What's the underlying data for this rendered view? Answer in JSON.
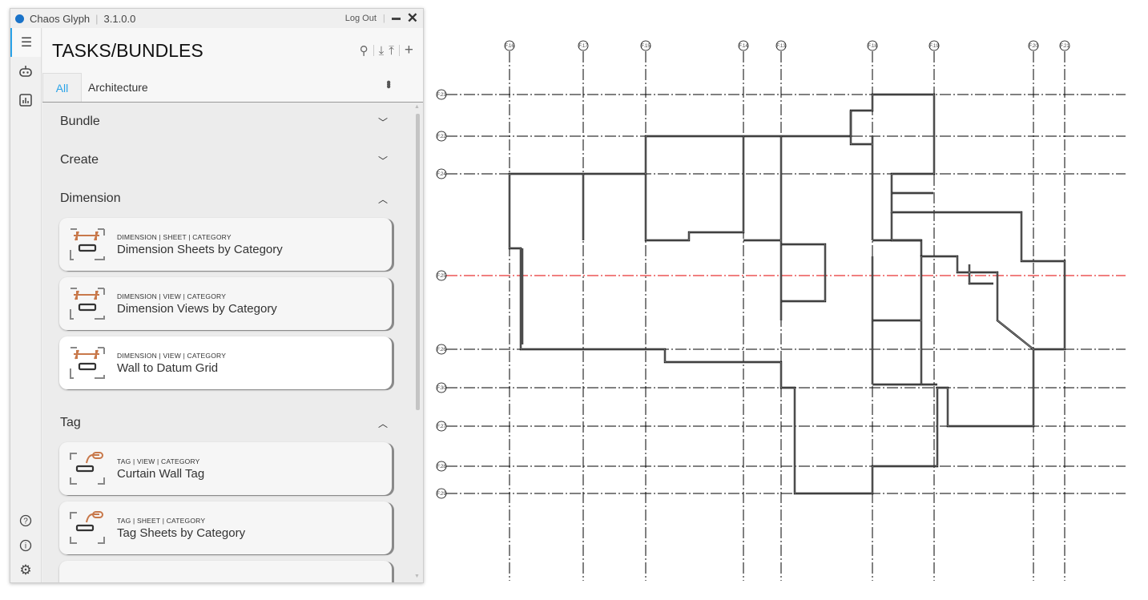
{
  "window": {
    "app_name": "Chaos Glyph",
    "version": "3.1.0.0",
    "logout_label": "Log Out"
  },
  "rail": {
    "top": [
      "list-icon",
      "robot-icon",
      "chart-icon"
    ],
    "bottom": [
      "help-icon",
      "info-icon",
      "gear-icon"
    ]
  },
  "header": {
    "title": "TASKS/BUNDLES"
  },
  "tabs": [
    {
      "label": "All",
      "active": true
    },
    {
      "label": "Architecture",
      "active": false
    }
  ],
  "sections": [
    {
      "label": "Bundle",
      "expanded": false,
      "items": []
    },
    {
      "label": "Create",
      "expanded": false,
      "items": []
    },
    {
      "label": "Dimension",
      "expanded": true,
      "items": [
        {
          "meta": "DIMENSION | SHEET | CATEGORY",
          "name": "Dimension Sheets by Category"
        },
        {
          "meta": "DIMENSION | VIEW | CATEGORY",
          "name": "Dimension Views by Category"
        },
        {
          "meta": "DIMENSION | VIEW | CATEGORY",
          "name": "Wall to Datum Grid"
        }
      ]
    },
    {
      "label": "Tag",
      "expanded": true,
      "items": [
        {
          "meta": "TAG | VIEW | CATEGORY",
          "name": "Curtain Wall Tag"
        },
        {
          "meta": "TAG | SHEET | CATEGORY",
          "name": "Tag Sheets by Category"
        }
      ]
    }
  ],
  "colors": {
    "accent": "#2aa3e8",
    "icon_orange": "#c8784a",
    "highlight_grid": "#e00000"
  },
  "plan": {
    "vertical_grids": [
      "F.16",
      "F.17",
      "F.15",
      "F.14",
      "F.13",
      "F.18",
      "F.19",
      "F.20",
      "F.21"
    ],
    "horizontal_grids": [
      "F.23",
      "F.22",
      "F.24",
      "F.25",
      "F.26",
      "F.30",
      "F.27",
      "F.28",
      "F.29"
    ],
    "highlighted_grid": "F.25"
  }
}
